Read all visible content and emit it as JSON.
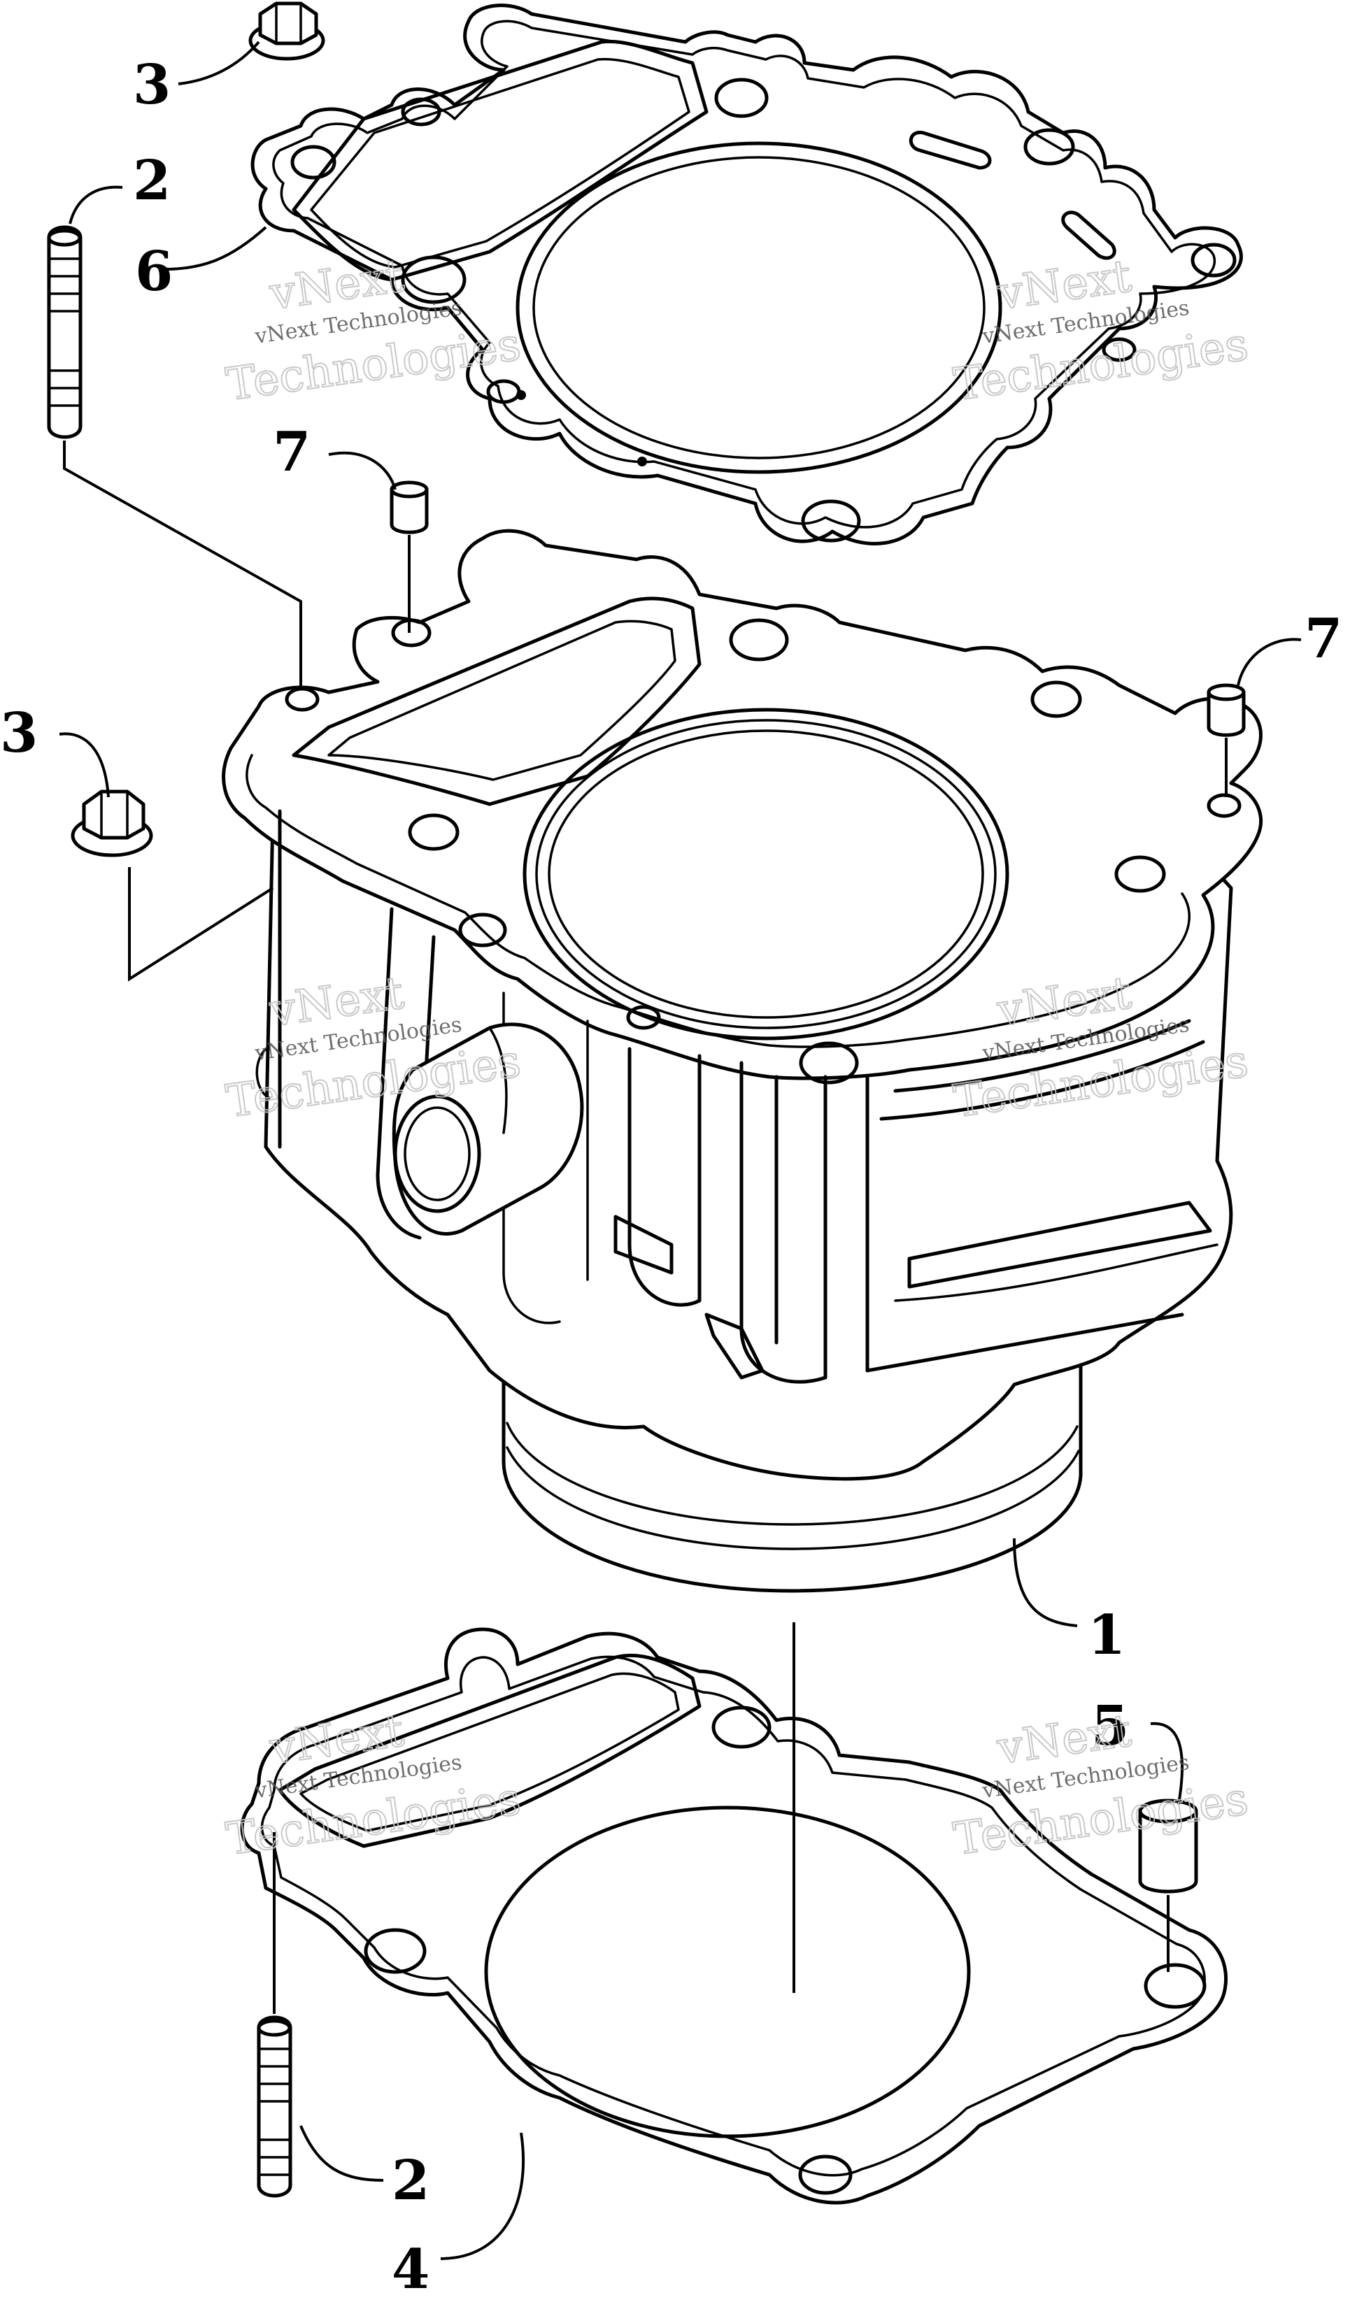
{
  "callouts": {
    "part_1": "1",
    "part_2_top": "2",
    "part_2_bottom": "2",
    "part_3_top": "3",
    "part_3_side": "3",
    "part_4": "4",
    "part_5": "5",
    "part_6": "6",
    "part_7_left": "7",
    "part_7_right": "7"
  },
  "watermarks": {
    "small_text": "vNext Technologies",
    "big_line1": "vNext",
    "big_line2": "Technologies"
  }
}
